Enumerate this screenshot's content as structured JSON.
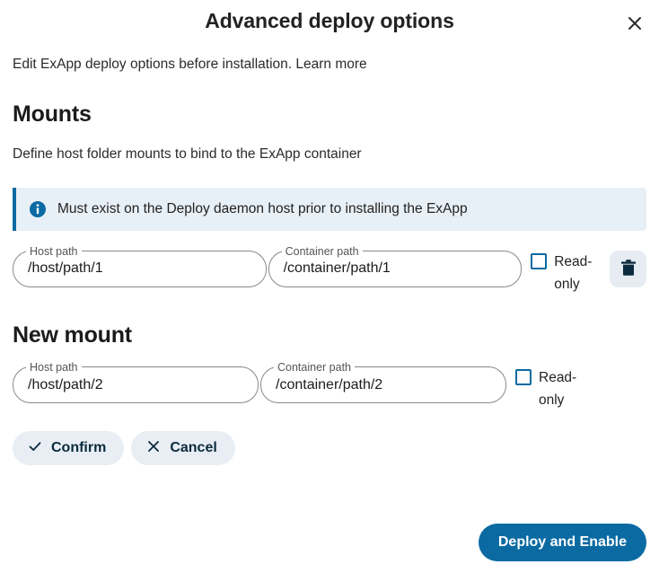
{
  "dialog": {
    "title": "Advanced deploy options",
    "close_icon": "close-icon",
    "intro_text": "Edit ExApp deploy options before installation.",
    "learn_more_label": "Learn more"
  },
  "mounts_section": {
    "heading": "Mounts",
    "subtext": "Define host folder mounts to bind to the ExApp container",
    "info_banner": {
      "icon": "info-circle-icon",
      "text": "Must exist on the Deploy daemon host prior to installing the ExApp"
    },
    "rows": [
      {
        "host_path_label": "Host path",
        "host_path_value": "/host/path/1",
        "container_path_label": "Container path",
        "container_path_value": "/container/path/1",
        "readonly_label": "Read-only",
        "readonly_checked": false,
        "delete_icon": "trash-icon"
      }
    ]
  },
  "new_mount_section": {
    "heading": "New mount",
    "host_path_label": "Host path",
    "host_path_value": "/host/path/2",
    "container_path_label": "Container path",
    "container_path_value": "/container/path/2",
    "readonly_label": "Read-only",
    "readonly_checked": false,
    "confirm_label": "Confirm",
    "confirm_icon": "check-icon",
    "cancel_label": "Cancel",
    "cancel_icon": "x-icon"
  },
  "footer": {
    "primary_label": "Deploy and Enable"
  },
  "colors": {
    "accent_blue": "#0b6aa2",
    "info_background": "#e8f0f7",
    "soft_button_background": "#e8eef4",
    "dark_navy": "#0b2a3d"
  }
}
